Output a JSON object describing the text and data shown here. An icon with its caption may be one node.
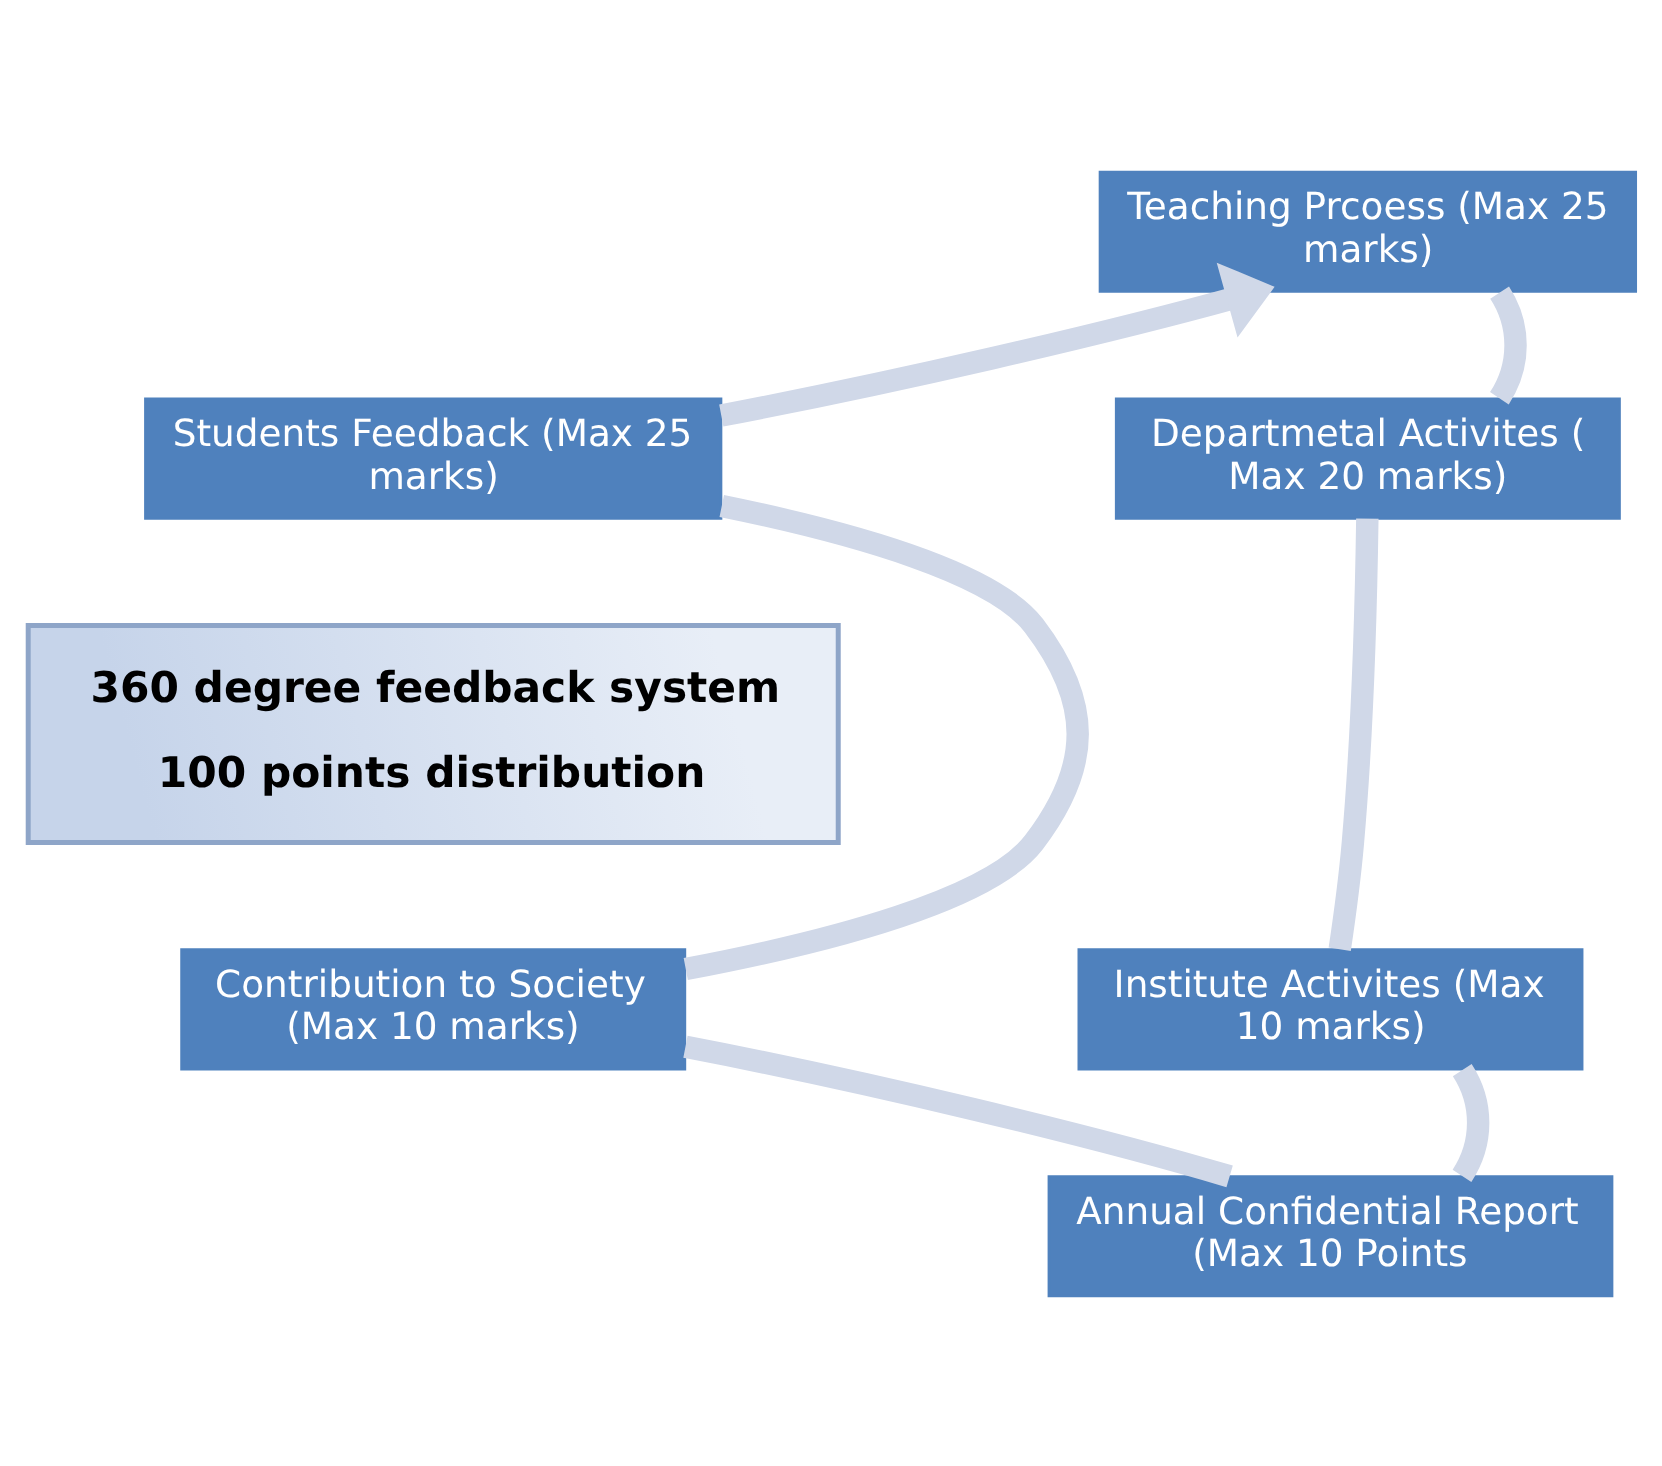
{
  "diagram": {
    "nodes": [
      {
        "text": [
          "Teaching Prcoess (Max 25 marks)"
        ]
      },
      {
        "text": [
          "Students Feedback (Max 25 marks)"
        ]
      },
      {
        "text": [
          "Departmetal Activites ( Max 20 marks)"
        ]
      },
      {
        "text": [
          "360 degree feedback system",
          "100 points distribution"
        ]
      },
      {
        "text": [
          "Contribution to Society (Max 10 marks)"
        ]
      },
      {
        "text": [
          "Institute Activites (Max 10 marks)"
        ]
      },
      {
        "text": [
          "Annual Confidential Report (Max 10 Points"
        ]
      }
    ],
    "edges": [
      {
        "from": 0,
        "to": 2,
        "arrow": "none"
      },
      {
        "from": 2,
        "to": 5,
        "arrow": "none"
      },
      {
        "from": 5,
        "to": 6,
        "arrow": "none"
      },
      {
        "from": 6,
        "to": 4,
        "arrow": "none"
      },
      {
        "from": 4,
        "to": 1,
        "arrow": "none"
      },
      {
        "from": 1,
        "to": 0,
        "arrow": "to"
      }
    ]
  }
}
